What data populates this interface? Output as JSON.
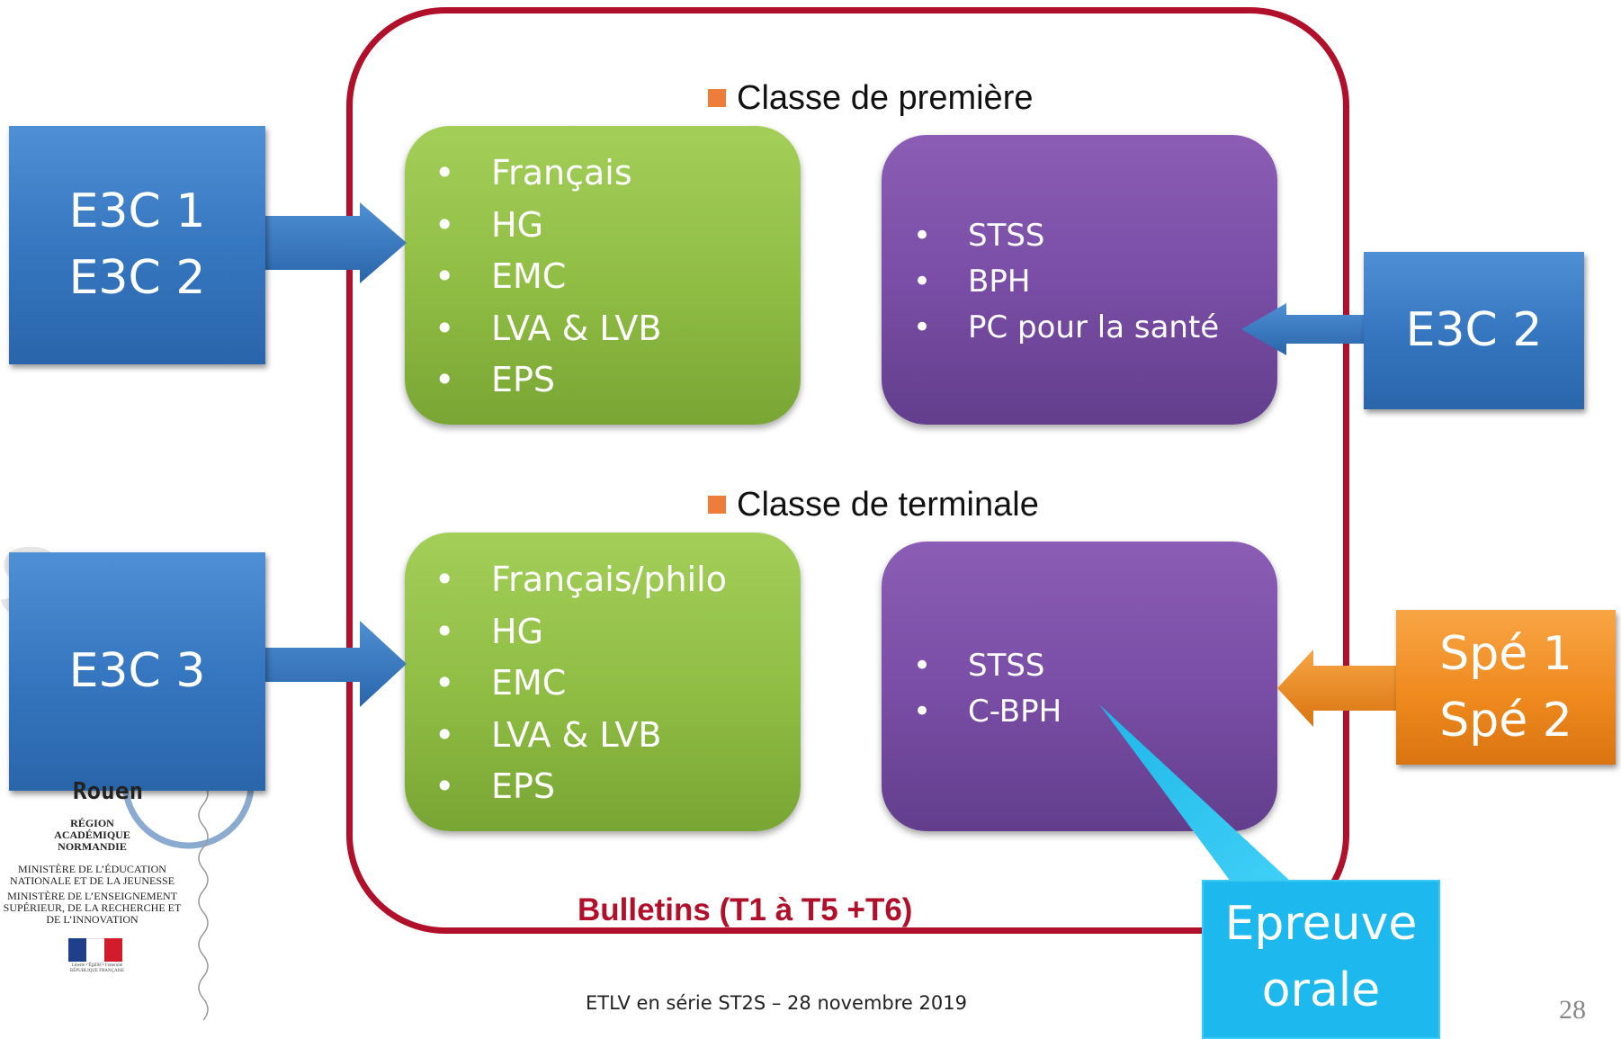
{
  "premiere": {
    "title": "Classe de première",
    "tronc_commun": [
      "Français",
      "HG",
      "EMC",
      "LVA & LVB",
      "EPS"
    ],
    "specialites": [
      "STSS",
      "BPH",
      "PC pour la santé"
    ]
  },
  "terminale": {
    "title": "Classe de terminale",
    "tronc_commun": [
      "Français/philo",
      "HG",
      "EMC",
      "LVA & LVB",
      "EPS"
    ],
    "specialites": [
      "STSS",
      "C-BPH"
    ]
  },
  "left_boxes": {
    "e3c_12": {
      "line1": "E3C 1",
      "line2": "E3C 2"
    },
    "e3c_3": {
      "line1": "E3C 3"
    }
  },
  "right_boxes": {
    "e3c_2": {
      "line1": "E3C 2"
    },
    "spe": {
      "line1": "Spé 1",
      "line2": "Spé 2"
    }
  },
  "callout": {
    "line1": "Epreuve",
    "line2": "orale"
  },
  "bulletins": "Bulletins (T1 à T5 +T6)",
  "footer": "ETLV en série ST2S – 28 novembre 2019",
  "page_number": "28",
  "logo": {
    "city": "Rouen",
    "region": "RÉGION ACADÉMIQUE NORMANDIE",
    "ministere1": "MINISTÈRE DE L’ÉDUCATION NATIONALE ET DE LA JEUNESSE",
    "ministere2": "MINISTÈRE DE L’ENSEIGNEMENT SUPÉRIEUR, DE LA RECHERCHE ET DE L’INNOVATION",
    "republique": "Liberté • Égalité • Fraternité RÉPUBLIQUE FRANÇAISE"
  },
  "colors": {
    "frame": "#b0102a",
    "green": "#8fbc43",
    "purple": "#7a4ea6",
    "blue": "#3677c1",
    "orange": "#ef8a1f",
    "cyan": "#1db8ee",
    "bullet_square": "#ee7d3a"
  }
}
